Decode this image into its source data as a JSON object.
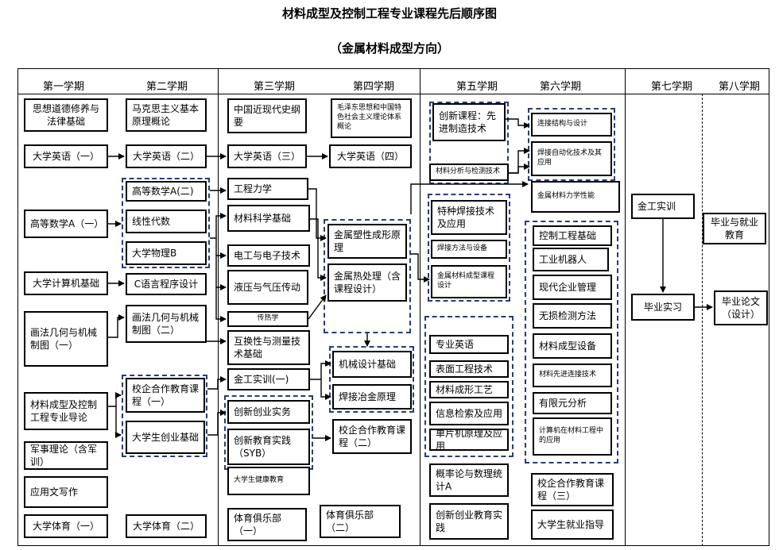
{
  "title": "材料成型及控制工程专业课程先后顺序图",
  "subtitle": "（金属材料成型方向）",
  "semesters": [
    "第一学期",
    "第二学期",
    "第三学期",
    "第四学期",
    "第五学期",
    "第六学期",
    "第七学期",
    "第八学期"
  ],
  "courses": {
    "c_ideology": "思想道德修养与法律基础",
    "c_english1": "大学英语（一）",
    "c_math1": "高等数学A（一）",
    "c_computer": "大学计算机基础",
    "c_drawing1": "画法几何与机械制图（一）",
    "c_intro": "材料成型及控制工程专业导论",
    "c_military": "军事理论（含军训）",
    "c_writing": "应用文写作",
    "c_pe1": "大学体育（一）",
    "c_marx": "马克思主义基本原理概论",
    "c_english2": "大学英语（二）",
    "c_math2": "高等数学A(二)",
    "c_linear": "线性代数",
    "c_physics": "大学物理B",
    "c_clang": "C语言程序设计",
    "c_drawing2": "画法几何与机械制图（二）",
    "c_coop1": "校企合作教育课程（一）",
    "c_entre": "大学生创业基础",
    "c_pe2": "大学体育（二）",
    "c_history": "中国近现代史纲要",
    "c_english3": "大学英语（三）",
    "c_mechanics": "工程力学",
    "c_matsci": "材料科学基础",
    "c_electric": "电工与电子技术",
    "c_hydraulic": "液压与气压传动",
    "c_heat": "传热学",
    "c_tolerance": "互换性与测量技术基础",
    "c_metalwork": "金工实训(一)",
    "c_innovation": "创新创业实务",
    "c_syb": "创新教育实践（SYB）",
    "c_health": "大学生健康教育",
    "c_club1": "体育俱乐部（一）",
    "c_mao": "毛泽东思想和中国特色社会主义理论体系概论",
    "c_english4": "大学英语（四）",
    "c_plastic": "金属塑性成形原理",
    "c_heattreat": "金属热处理（含课程设计）",
    "c_machdesign": "机械设计基础",
    "c_weldmet": "焊接冶金原理",
    "c_coop2": "校企合作教育课程（二）",
    "c_club2": "体育俱乐部（二）",
    "c_advmfg": "创新课程：先进制造技术",
    "c_analysis": "材料分析与检测技术",
    "c_specialweld": "特种焊接技术及应用",
    "c_weldmethod": "焊接方法与设备",
    "c_formdesign": "金属材料成型课程设计",
    "c_profeng": "专业英语",
    "c_surface": "表面工程技术",
    "c_formproc": "材料成形工艺",
    "c_infosearch": "信息检索及应用",
    "c_mcu": "单片机原理及应用",
    "c_prob": "概率论与数理统计A",
    "c_practice": "创新创业教育实践",
    "c_joint": "连接结构与设计",
    "c_autoweld": "焊接自动化技术及其应用",
    "c_mechprop": "金属材料力学性能",
    "c_control": "控制工程基础",
    "c_robot": "工业机器人",
    "c_mgmt": "现代企业管理",
    "c_ndt": "无损检测方法",
    "c_equip": "材料成型设备",
    "c_advjoin": "材料先进连接技术",
    "c_fem": "有限元分析",
    "c_computerapp": "计算机在材料工程中的应用",
    "c_coop3": "校企合作教育课程（三）",
    "c_career": "大学生就业指导",
    "c_metalprac": "金工实训",
    "c_intern": "毕业实习",
    "c_employ": "毕业与就业教育",
    "c_thesis": "毕业论文（设计）"
  }
}
